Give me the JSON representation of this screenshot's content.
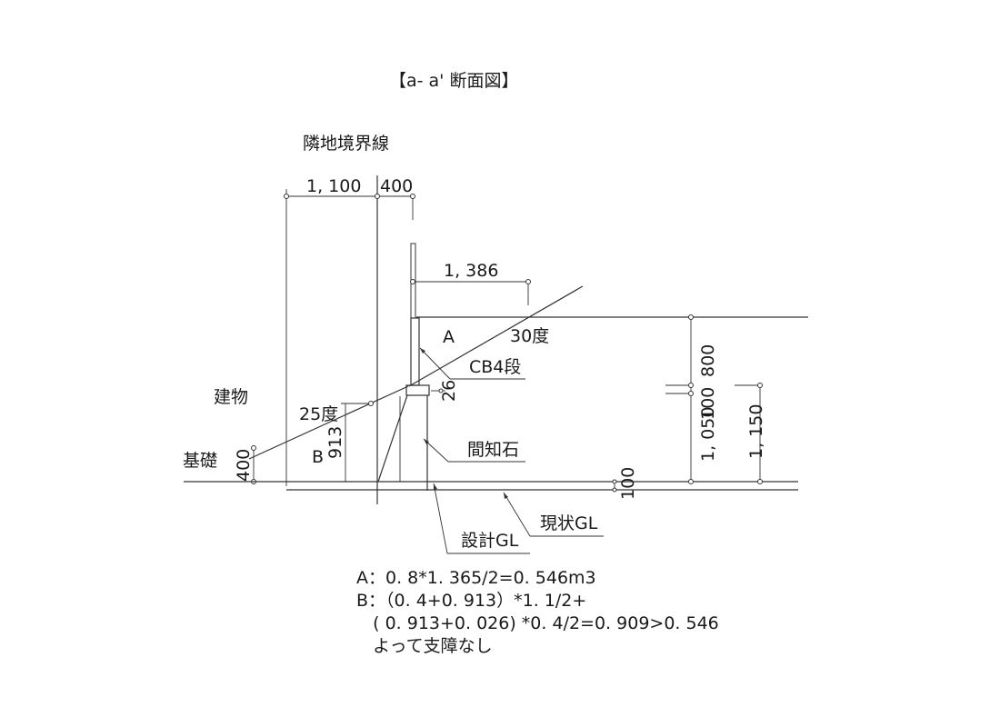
{
  "title": "【a- a'  断面図】",
  "labels": {
    "boundary": "隣地境界線",
    "building": "建物",
    "foundation": "基礎",
    "region_a": "A",
    "region_b": "B",
    "angle_30": "30度",
    "angle_25": "25度",
    "block": "CB4段",
    "mazushi": "間知石",
    "current_gl": "現状GL",
    "design_gl": "設計GL"
  },
  "dimensions": {
    "d1100": "1, 100",
    "d400_top": "400",
    "d1386": "1, 386",
    "d26": "26",
    "d913": "913",
    "d400_left": "400",
    "d100_bottom": "100",
    "d800": "800",
    "d100_mid": "100",
    "d1050": "1, 050",
    "d1150": "1, 150"
  },
  "calc": {
    "line1": "A：0. 8*1. 365/2=0. 546m3",
    "line2": "B：（0. 4+0. 913）*1. 1/2+",
    "line3": "   ( 0. 913+0. 026) *0. 4/2=0. 909>0. 546",
    "line4": "   よって支障なし"
  }
}
